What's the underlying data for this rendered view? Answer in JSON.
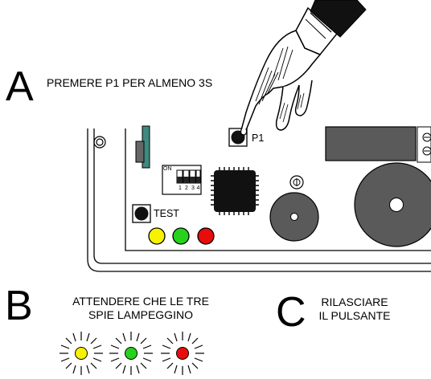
{
  "steps": {
    "a": {
      "letter": "A",
      "text": "PREMERE P1 PER ALMENO 3S"
    },
    "b": {
      "letter": "B",
      "text_line1": "ATTENDERE CHE LE TRE",
      "text_line2": "SPIE LAMPEGGINO"
    },
    "c": {
      "letter": "C",
      "text_line1": "RILASCIARE",
      "text_line2": "IL PULSANTE"
    }
  },
  "board": {
    "p1_label": "P1",
    "test_label": "TEST",
    "dip_on_label": "ON",
    "dip_numbers": [
      "1",
      "2",
      "3",
      "4"
    ]
  },
  "leds": [
    {
      "name": "yellow",
      "color": "#f7f200"
    },
    {
      "name": "green",
      "color": "#27d21c"
    },
    {
      "name": "red",
      "color": "#e80c0c"
    }
  ],
  "colors": {
    "line": "#000000",
    "component": "#555555",
    "background": "#ffffff"
  }
}
